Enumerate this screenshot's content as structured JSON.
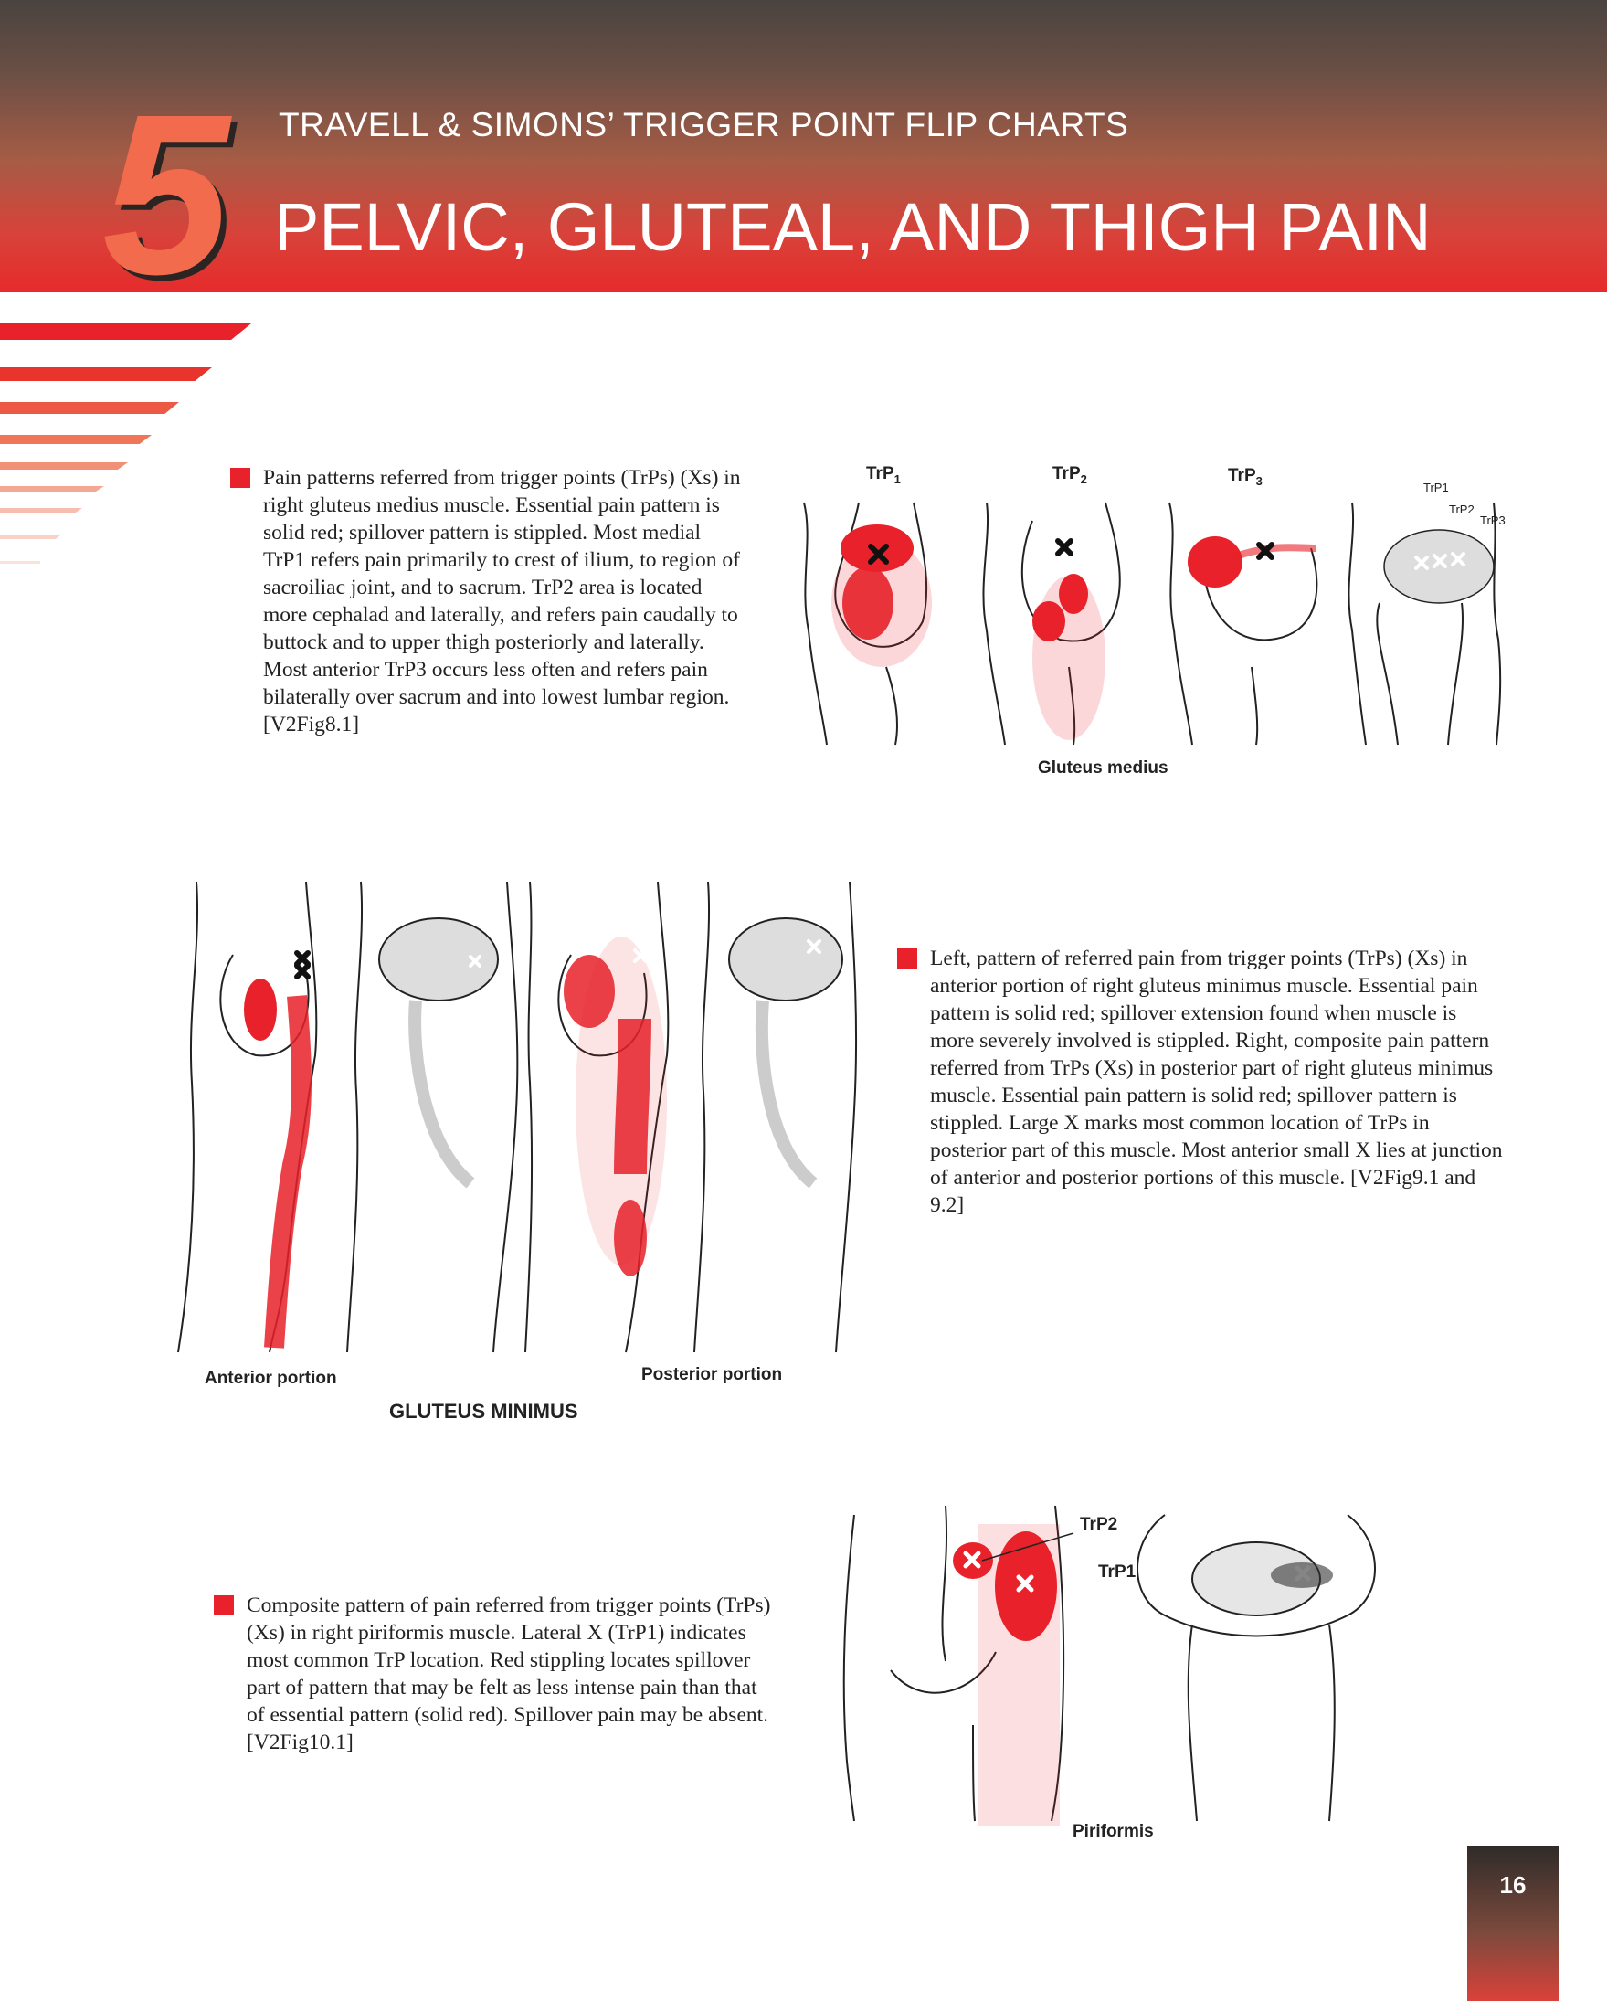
{
  "header": {
    "chapter_number": "5",
    "series_title": "TRAVELL & SIMONS’ TRIGGER POINT FLIP CHARTS",
    "chapter_title": "PELVIC, GLUTEAL, AND THIGH PAIN"
  },
  "colors": {
    "accent_red": "#e8212a",
    "chapter_number": "#f26b4c"
  },
  "gluteus_medius": {
    "description": "Pain patterns referred from trigger points (TrPs) (Xs) in right gluteus medius muscle. Essential pain pattern is solid red; spillover pattern is stippled. Most medial TrP1 refers pain primarily to crest of ilium, to region of sacroiliac joint, and to sacrum. TrP2 area is located more cephalad and laterally, and refers pain caudally to buttock and to upper thigh posteriorly and laterally. Most anterior TrP3 occurs less often and refers pain bilaterally over sacrum and into lowest lumbar region. [V2Fig8.1]",
    "labels": [
      "TrP",
      "TrP",
      "TrP"
    ],
    "subscripts": [
      "1",
      "2",
      "3"
    ],
    "small_labels": [
      "TrP1",
      "TrP2",
      "TrP3"
    ],
    "caption": "Gluteus medius"
  },
  "gluteus_minimus": {
    "description": "Left, pattern of referred pain from trigger points (TrPs) (Xs) in anterior portion of right gluteus minimus muscle. Essential pain pattern is solid red; spillover extension found when muscle is more severely involved is stippled. Right, composite pain pattern referred from TrPs (Xs) in posterior part of right gluteus minimus muscle. Essential pain pattern is solid red; spillover pattern is stippled. Large X marks most common location of TrPs in posterior part of this muscle. Most anterior small X lies at junction of anterior and posterior portions of this muscle. [V2Fig9.1 and 9.2]",
    "label_anterior": "Anterior portion",
    "label_posterior": "Posterior portion",
    "caption": "GLUTEUS MINIMUS"
  },
  "piriformis": {
    "description": "Composite pattern of pain referred from trigger points (TrPs) (Xs) in right piriformis muscle. Lateral X (TrP1) indicates most common TrP location. Red stippling locates spillover part of pattern that may be felt as less intense pain than that of essential pattern (solid red). Spillover pain may be absent. [V2Fig10.1]",
    "label_trp2": "TrP2",
    "label_trp1": "TrP1",
    "caption": "Piriformis"
  },
  "footer": {
    "page_number": "16"
  }
}
